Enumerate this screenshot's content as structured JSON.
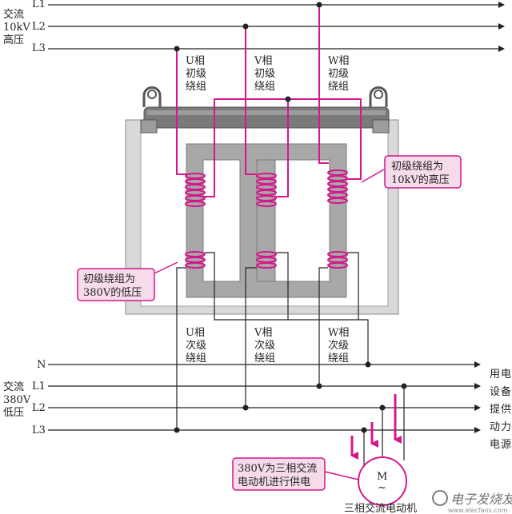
{
  "hv_side_label": [
    "交流",
    "10kV",
    "高压"
  ],
  "lv_side_label": [
    "交流",
    "380V",
    "低压"
  ],
  "hv_lines": [
    "L1",
    "L2",
    "L3"
  ],
  "lv_lines": [
    "N",
    "L1",
    "L2",
    "L3"
  ],
  "primary_labels": [
    [
      "U相",
      "初级",
      "绕组"
    ],
    [
      "V相",
      "初级",
      "绕组"
    ],
    [
      "W相",
      "初级",
      "绕组"
    ]
  ],
  "secondary_labels": [
    [
      "U相",
      "次级",
      "绕组"
    ],
    [
      "V相",
      "次级",
      "绕组"
    ],
    [
      "W相",
      "次级",
      "绕组"
    ]
  ],
  "callout_primary": [
    "初级绕组为",
    "10kV的高压"
  ],
  "callout_secondary": [
    "初级绕组为",
    "380V的低压"
  ],
  "callout_motor": [
    "380V为三相交流",
    "电动机进行供电"
  ],
  "right_label_columns": [
    [
      "用",
      "设",
      "提",
      "动",
      "电"
    ],
    [
      "电",
      "备",
      "供",
      "力",
      "源"
    ]
  ],
  "motor_symbol": "M",
  "motor_tilde": "~",
  "motor_caption": "三相交流电动机",
  "watermark": "电子发烧友",
  "watermark_sub": "www.elecfans.com",
  "colors": {
    "winding": "#d4178c",
    "core": "#a8a8a8",
    "frame": "#d9d9d9",
    "callout_fill": "#f6dcea",
    "wire": "#222222"
  }
}
